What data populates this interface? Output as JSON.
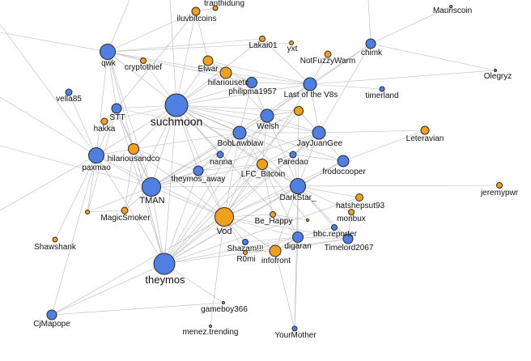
{
  "colors": {
    "blue": "#4f7fe0",
    "orange": "#f0a020",
    "edge": "#b8b8b8",
    "stroke": "#2a2a2a",
    "label": "#111111"
  },
  "nodes": [
    {
      "id": "tranthidung",
      "label": "tranthidung",
      "group": "orange",
      "degree": 1
    },
    {
      "id": "iluvbitcoins",
      "label": "iluvbitcoins",
      "group": "orange",
      "degree": 2
    },
    {
      "id": "Mauriscoin",
      "label": "Mauriscoin",
      "group": "orange",
      "degree": 0
    },
    {
      "id": "qwk",
      "label": "qwk",
      "group": "blue",
      "degree": 4
    },
    {
      "id": "cryptothief",
      "label": "cryptothief",
      "group": "orange",
      "degree": 1
    },
    {
      "id": "Lakai01",
      "label": "Lakai01",
      "group": "orange",
      "degree": 1
    },
    {
      "id": "yxt",
      "label": "yxt",
      "group": "orange",
      "degree": 0
    },
    {
      "id": "chimk",
      "label": "chimk",
      "group": "blue",
      "degree": 2
    },
    {
      "id": "Elwar",
      "label": "Elwar",
      "group": "orange",
      "degree": 2
    },
    {
      "id": "NotFuzzyWarm",
      "label": "NotFuzzyWarm",
      "group": "orange",
      "degree": 1
    },
    {
      "id": "Olegryz",
      "label": "Olegryz",
      "group": "blue",
      "degree": 0
    },
    {
      "id": "hilariousetc",
      "label": "hilariousetc",
      "group": "orange",
      "degree": 3
    },
    {
      "id": "philipma1957",
      "label": "philipma1957",
      "group": "blue",
      "degree": 3
    },
    {
      "id": "Last of the V8s",
      "label": "Last of the V8s",
      "group": "blue",
      "degree": 4
    },
    {
      "id": "vella85",
      "label": "vella85",
      "group": "blue",
      "degree": 1
    },
    {
      "id": "timerland",
      "label": "timerland",
      "group": "blue",
      "degree": 0
    },
    {
      "id": "suchmoon",
      "label": "suchmoon",
      "group": "blue",
      "degree": 10
    },
    {
      "id": "STT",
      "label": "STT",
      "group": "blue",
      "degree": 2
    },
    {
      "id": "hakka",
      "label": "hakka",
      "group": "orange",
      "degree": 1
    },
    {
      "id": "Welsh",
      "label": "Welsh",
      "group": "blue",
      "degree": 4
    },
    {
      "id": "node-welsh-orange",
      "label": "",
      "group": "orange",
      "degree": 2
    },
    {
      "id": "BobLawblaw",
      "label": "BobLawblaw",
      "group": "blue",
      "degree": 4
    },
    {
      "id": "JayJuanGee",
      "label": "JayJuanGee",
      "group": "blue",
      "degree": 4
    },
    {
      "id": "Leteravian",
      "label": "Leteravian",
      "group": "orange",
      "degree": 1
    },
    {
      "id": "hilariousandco",
      "label": "hilariousandco",
      "group": "orange",
      "degree": 3
    },
    {
      "id": "paxmao",
      "label": "paxmao",
      "group": "blue",
      "degree": 5
    },
    {
      "id": "nanna",
      "label": "nanna",
      "group": "blue",
      "degree": 1
    },
    {
      "id": "Paredao",
      "label": "Paredao",
      "group": "blue",
      "degree": 1
    },
    {
      "id": "frodocooper",
      "label": "frodocooper",
      "group": "blue",
      "degree": 3
    },
    {
      "id": "theymos_away",
      "label": "theymos_away",
      "group": "blue",
      "degree": 2
    },
    {
      "id": "LFC_Bitcoin",
      "label": "LFC_Bitcoin",
      "group": "orange",
      "degree": 3
    },
    {
      "id": "TMAN",
      "label": "TMAN",
      "group": "blue",
      "degree": 7
    },
    {
      "id": "DarkStar_",
      "label": "DarkStar_",
      "group": "blue",
      "degree": 5
    },
    {
      "id": "jeremypwr",
      "label": "jeremypwr",
      "group": "orange",
      "degree": 1
    },
    {
      "id": "hatshepsut93",
      "label": "hatshepsut93",
      "group": "orange",
      "degree": 1
    },
    {
      "id": "monbux",
      "label": "monbux",
      "group": "orange",
      "degree": 1
    },
    {
      "id": "MagicSmoker",
      "label": "MagicSmoker",
      "group": "orange",
      "degree": 1
    },
    {
      "id": "node-magicsmoker-small",
      "label": "",
      "group": "orange",
      "degree": 0
    },
    {
      "id": "Vod",
      "label": "Vod",
      "group": "orange",
      "degree": 7
    },
    {
      "id": "Be_Happy",
      "label": "Be_Happy",
      "group": "orange",
      "degree": 1
    },
    {
      "id": "node-behappy-small",
      "label": "",
      "group": "orange",
      "degree": 0
    },
    {
      "id": "bbc.reporter",
      "label": "bbc.reporter",
      "group": "blue",
      "degree": 1
    },
    {
      "id": "Shawshank",
      "label": "Shawshank",
      "group": "orange",
      "degree": 0
    },
    {
      "id": "Shazam!!!",
      "label": "Shazam!!!",
      "group": "blue",
      "degree": 1
    },
    {
      "id": "digaran",
      "label": "digaran",
      "group": "blue",
      "degree": 3
    },
    {
      "id": "Timelord2067",
      "label": "Timelord2067",
      "group": "blue",
      "degree": 3
    },
    {
      "id": "R0mi",
      "label": "R0mi",
      "group": "orange",
      "degree": 0
    },
    {
      "id": "infofront",
      "label": "infofront",
      "group": "orange",
      "degree": 3
    },
    {
      "id": "theymos",
      "label": "theymos",
      "group": "blue",
      "degree": 7
    },
    {
      "id": "gameboy366",
      "label": "gameboy366",
      "group": "orange",
      "degree": 0
    },
    {
      "id": "CjMapope",
      "label": "CjMapope",
      "group": "blue",
      "degree": 2
    },
    {
      "id": "menez.trending",
      "label": "menez.trending",
      "group": "orange",
      "degree": 0
    },
    {
      "id": "YourMother",
      "label": "YourMother",
      "group": "blue",
      "degree": 0
    }
  ],
  "edges": [
    [
      "suchmoon",
      "TMAN"
    ],
    [
      "suchmoon",
      "theymos"
    ],
    [
      "suchmoon",
      "paxmao"
    ],
    [
      "suchmoon",
      "qwk"
    ],
    [
      "suchmoon",
      "STT"
    ],
    [
      "suchmoon",
      "Welsh"
    ],
    [
      "suchmoon",
      "BobLawblaw"
    ],
    [
      "suchmoon",
      "JayJuanGee"
    ],
    [
      "suchmoon",
      "Last of the V8s"
    ],
    [
      "suchmoon",
      "philipma1957"
    ],
    [
      "suchmoon",
      "hilariousetc"
    ],
    [
      "suchmoon",
      "Elwar"
    ],
    [
      "suchmoon",
      "Vod"
    ],
    [
      "suchmoon",
      "DarkStar_"
    ],
    [
      "suchmoon",
      "LFC_Bitcoin"
    ],
    [
      "suchmoon",
      "hilariousandco"
    ],
    [
      "suchmoon",
      "theymos_away"
    ],
    [
      "suchmoon",
      "nanna"
    ],
    [
      "suchmoon",
      "Paredao"
    ],
    [
      "suchmoon",
      "frodocooper"
    ],
    [
      "suchmoon",
      "iluvbitcoins"
    ],
    [
      "suchmoon",
      "cryptothief"
    ],
    [
      "suchmoon",
      "hakka"
    ],
    [
      "suchmoon",
      "node-welsh-orange"
    ],
    [
      "suchmoon",
      "Lakai01"
    ],
    [
      "suchmoon",
      "MagicSmoker"
    ],
    [
      "suchmoon",
      "digaran"
    ],
    [
      "TMAN",
      "theymos"
    ],
    [
      "TMAN",
      "paxmao"
    ],
    [
      "TMAN",
      "Vod"
    ],
    [
      "TMAN",
      "DarkStar_"
    ],
    [
      "TMAN",
      "qwk"
    ],
    [
      "TMAN",
      "MagicSmoker"
    ],
    [
      "TMAN",
      "hilariousandco"
    ],
    [
      "TMAN",
      "STT"
    ],
    [
      "TMAN",
      "Welsh"
    ],
    [
      "TMAN",
      "BobLawblaw"
    ],
    [
      "TMAN",
      "JayJuanGee"
    ],
    [
      "TMAN",
      "LFC_Bitcoin"
    ],
    [
      "TMAN",
      "theymos_away"
    ],
    [
      "TMAN",
      "Last of the V8s"
    ],
    [
      "TMAN",
      "node-welsh-orange"
    ],
    [
      "theymos",
      "paxmao"
    ],
    [
      "theymos",
      "Vod"
    ],
    [
      "theymos",
      "DarkStar_"
    ],
    [
      "theymos",
      "qwk"
    ],
    [
      "theymos",
      "CjMapope"
    ],
    [
      "theymos",
      "gameboy366"
    ],
    [
      "theymos",
      "LFC_Bitcoin"
    ],
    [
      "theymos",
      "BobLawblaw"
    ],
    [
      "theymos",
      "hilariousandco"
    ],
    [
      "theymos",
      "Welsh"
    ],
    [
      "theymos",
      "JayJuanGee"
    ],
    [
      "theymos",
      "theymos_away"
    ],
    [
      "theymos",
      "STT"
    ],
    [
      "theymos",
      "digaran"
    ],
    [
      "theymos",
      "frodocooper"
    ],
    [
      "theymos",
      "hatshepsut93"
    ],
    [
      "theymos",
      "Timelord2067"
    ],
    [
      "theymos",
      "node-welsh-orange"
    ],
    [
      "paxmao",
      "qwk"
    ],
    [
      "paxmao",
      "vella85"
    ],
    [
      "paxmao",
      "CjMapope"
    ],
    [
      "paxmao",
      "Shawshank"
    ],
    [
      "paxmao",
      "hilariousandco"
    ],
    [
      "paxmao",
      "STT"
    ],
    [
      "paxmao",
      "Vod"
    ],
    [
      "paxmao",
      "node-magicsmoker-small"
    ],
    [
      "Vod",
      "DarkStar_"
    ],
    [
      "Vod",
      "LFC_Bitcoin"
    ],
    [
      "Vod",
      "BobLawblaw"
    ],
    [
      "Vod",
      "JayJuanGee"
    ],
    [
      "Vod",
      "Welsh"
    ],
    [
      "Vod",
      "theymos_away"
    ],
    [
      "Vod",
      "hilariousandco"
    ],
    [
      "Vod",
      "Shazam!!!"
    ],
    [
      "Vod",
      "Be_Happy"
    ],
    [
      "Vod",
      "infofront"
    ],
    [
      "Vod",
      "digaran"
    ],
    [
      "Vod",
      "Timelord2067"
    ],
    [
      "Vod",
      "frodocooper"
    ],
    [
      "Vod",
      "menez.trending"
    ],
    [
      "Vod",
      "Last of the V8s"
    ],
    [
      "DarkStar_",
      "JayJuanGee"
    ],
    [
      "DarkStar_",
      "Welsh"
    ],
    [
      "DarkStar_",
      "BobLawblaw"
    ],
    [
      "DarkStar_",
      "LFC_Bitcoin"
    ],
    [
      "DarkStar_",
      "frodocooper"
    ],
    [
      "DarkStar_",
      "hatshepsut93"
    ],
    [
      "DarkStar_",
      "monbux"
    ],
    [
      "DarkStar_",
      "bbc.reporter"
    ],
    [
      "DarkStar_",
      "digaran"
    ],
    [
      "DarkStar_",
      "Timelord2067"
    ],
    [
      "DarkStar_",
      "infofront"
    ],
    [
      "DarkStar_",
      "jeremypwr"
    ],
    [
      "DarkStar_",
      "YourMother"
    ],
    [
      "DarkStar_",
      "Paredao"
    ],
    [
      "DarkStar_",
      "node-welsh-orange"
    ],
    [
      "JayJuanGee",
      "Welsh"
    ],
    [
      "JayJuanGee",
      "Last of the V8s"
    ],
    [
      "JayJuanGee",
      "Leteravian"
    ],
    [
      "JayJuanGee",
      "frodocooper"
    ],
    [
      "JayJuanGee",
      "BobLawblaw"
    ],
    [
      "JayJuanGee",
      "chimk"
    ],
    [
      "JayJuanGee",
      "node-welsh-orange"
    ],
    [
      "JayJuanGee",
      "LFC_Bitcoin"
    ],
    [
      "Welsh",
      "BobLawblaw"
    ],
    [
      "Welsh",
      "philipma1957"
    ],
    [
      "Welsh",
      "Last of the V8s"
    ],
    [
      "Welsh",
      "hilariousetc"
    ],
    [
      "Welsh",
      "node-welsh-orange"
    ],
    [
      "Welsh",
      "LFC_Bitcoin"
    ],
    [
      "BobLawblaw",
      "LFC_Bitcoin"
    ],
    [
      "BobLawblaw",
      "theymos_away"
    ],
    [
      "BobLawblaw",
      "hilariousandco"
    ],
    [
      "BobLawblaw",
      "philipma1957"
    ],
    [
      "BobLawblaw",
      "STT"
    ],
    [
      "Last of the V8s",
      "philipma1957"
    ],
    [
      "Last of the V8s",
      "NotFuzzyWarm"
    ],
    [
      "Last of the V8s",
      "chimk"
    ],
    [
      "Last of the V8s",
      "Lakai01"
    ],
    [
      "Last of the V8s",
      "hilariousetc"
    ],
    [
      "Last of the V8s",
      "Elwar"
    ],
    [
      "Last of the V8s",
      "timerland"
    ],
    [
      "Last of the V8s",
      "Olegryz"
    ],
    [
      "philipma1957",
      "hilariousetc"
    ],
    [
      "philipma1957",
      "Elwar"
    ],
    [
      "philipma1957",
      "qwk"
    ],
    [
      "qwk",
      "STT"
    ],
    [
      "qwk",
      "cryptothief"
    ],
    [
      "qwk",
      "Lakai01"
    ],
    [
      "qwk",
      "iluvbitcoins"
    ],
    [
      "qwk",
      "yxt"
    ],
    [
      "qwk",
      "hilariousetc"
    ],
    [
      "iluvbitcoins",
      "tranthidung"
    ],
    [
      "iluvbitcoins",
      "STT"
    ],
    [
      "iluvbitcoins",
      "Elwar"
    ],
    [
      "chimk",
      "Mauriscoin"
    ],
    [
      "chimk",
      "Olegryz"
    ],
    [
      "chimk",
      "Welsh"
    ],
    [
      "STT",
      "hakka"
    ],
    [
      "STT",
      "hilariousandco"
    ],
    [
      "STT",
      "node-magicsmoker-small"
    ],
    [
      "hilariousandco",
      "theymos_away"
    ],
    [
      "hilariousandco",
      "MagicSmoker"
    ],
    [
      "LFC_Bitcoin",
      "Be_Happy"
    ],
    [
      "LFC_Bitcoin",
      "theymos_away"
    ],
    [
      "LFC_Bitcoin",
      "Paredao"
    ],
    [
      "LFC_Bitcoin",
      "node-behappy-small"
    ],
    [
      "LFC_Bitcoin",
      "digaran"
    ],
    [
      "digaran",
      "infofront"
    ],
    [
      "digaran",
      "Timelord2067"
    ],
    [
      "digaran",
      "YourMother"
    ],
    [
      "digaran",
      "bbc.reporter"
    ],
    [
      "digaran",
      "Shazam!!!"
    ],
    [
      "digaran",
      "R0mi"
    ],
    [
      "infofront",
      "YourMother"
    ],
    [
      "infofront",
      "R0mi"
    ],
    [
      "infofront",
      "Timelord2067"
    ],
    [
      "Timelord2067",
      "monbux"
    ],
    [
      "Timelord2067",
      "bbc.reporter"
    ],
    [
      "CjMapope",
      "gameboy366"
    ],
    [
      "CjMapope",
      "Vod"
    ],
    [
      "frodocooper",
      "Paredao"
    ],
    [
      "frodocooper",
      "Leteravian"
    ],
    [
      "theymos_away",
      "nanna"
    ],
    [
      "MagicSmoker",
      "node-magicsmoker-small"
    ],
    [
      "Elwar",
      "hilariousetc"
    ],
    [
      "node-welsh-orange",
      "Welsh"
    ],
    [
      "Be_Happy",
      "node-behappy-small"
    ],
    [
      "Vod",
      "R0mi"
    ],
    [
      "TMAN",
      "node-magicsmoker-small"
    ]
  ]
}
